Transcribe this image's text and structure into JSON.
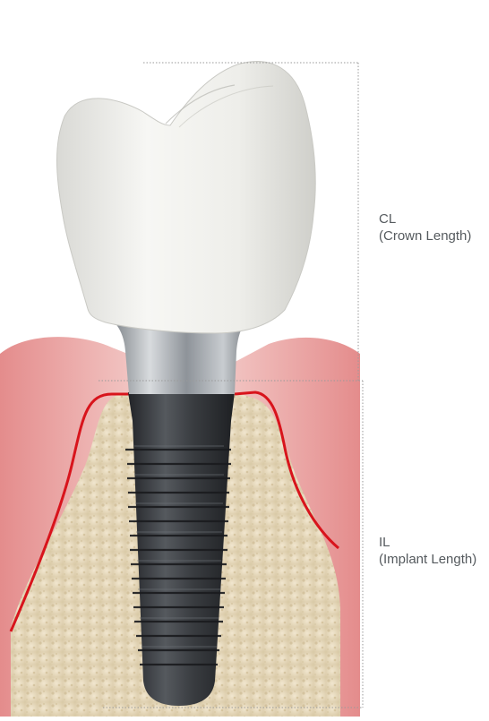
{
  "labels": {
    "crown": {
      "abbr": "CL",
      "full": "(Crown Length)"
    },
    "implant": {
      "abbr": "IL",
      "full": "(Implant Length)"
    }
  },
  "colors": {
    "gum": "#e9a2a2",
    "gum_outline": "#d8141c",
    "bone": "#e8dcc4",
    "crown": "#f1f1ee",
    "abutment": "#9ea3a8",
    "implant": "#3a3d41",
    "dimension_line": "#9a9a9a",
    "label_text": "#555a5e"
  }
}
